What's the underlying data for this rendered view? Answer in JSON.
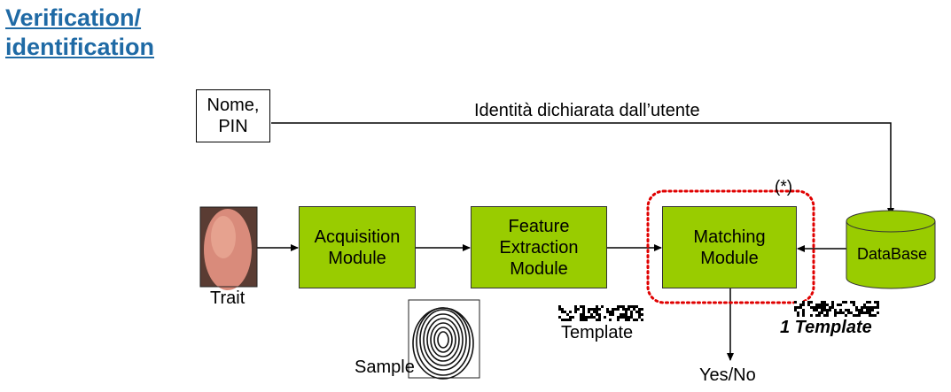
{
  "title": {
    "line1": "Verification/",
    "line2": "identification"
  },
  "id_box": {
    "line1": "Nome,",
    "line2": "PIN"
  },
  "claimed_identity": "Identità dichiarata dall’utente",
  "modules": {
    "acquisition": {
      "line1": "Acquisition",
      "line2": "Module"
    },
    "feature": {
      "line1": "Feature",
      "line2": "Extraction",
      "line3": "Module"
    },
    "matching": {
      "line1": "Matching",
      "line2": "Module"
    }
  },
  "database": "DataBase",
  "labels": {
    "trait": "Trait",
    "sample": "Sample",
    "template": "Template",
    "one_template": "1 Template",
    "asterisk": "(*)",
    "output": "Yes/No"
  },
  "colors": {
    "module_fill": "#99cc00",
    "title": "#1f6aa5",
    "highlight": "#e00000"
  }
}
